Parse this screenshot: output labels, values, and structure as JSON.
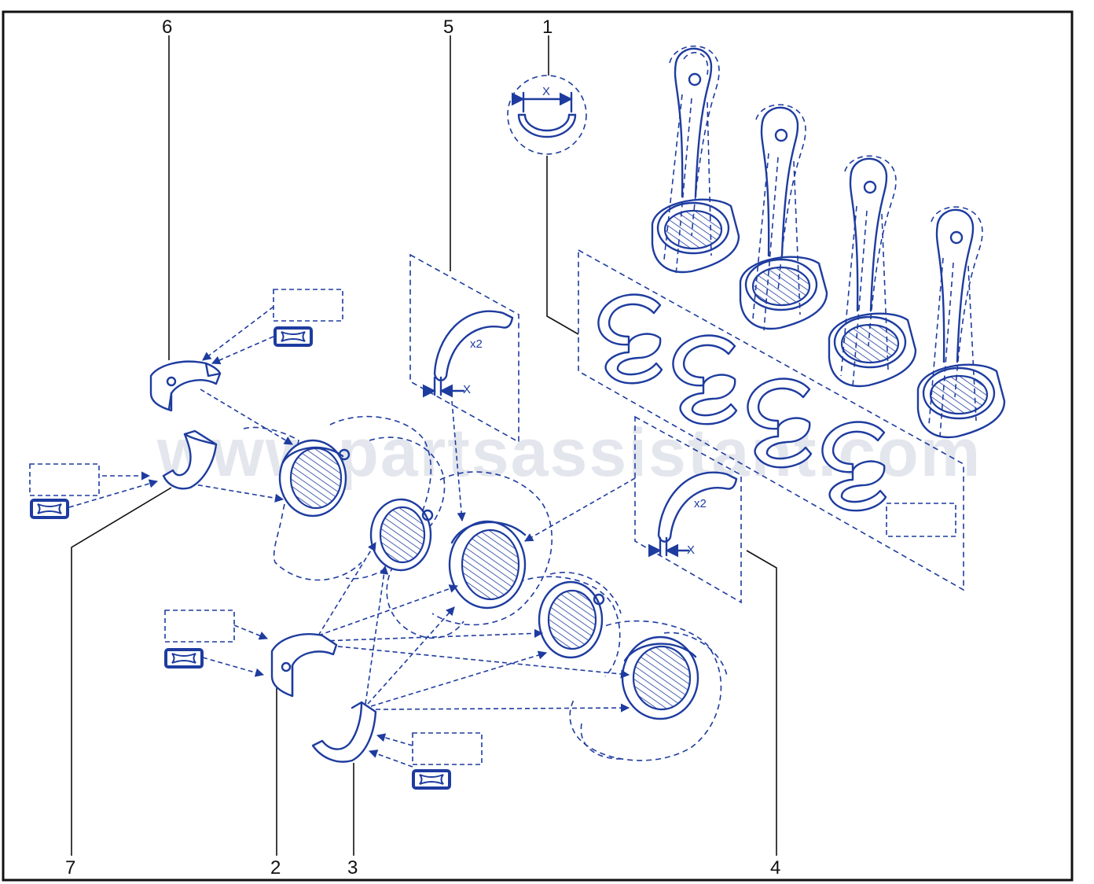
{
  "watermark": "www.partsassistant.com",
  "colors": {
    "part_line": "#1e3c9f",
    "frame": "#111111",
    "watermark": "#9aa6bd"
  },
  "callouts": [
    {
      "id": "1",
      "label": "1"
    },
    {
      "id": "2",
      "label": "2"
    },
    {
      "id": "3",
      "label": "3"
    },
    {
      "id": "4",
      "label": "4"
    },
    {
      "id": "5",
      "label": "5"
    },
    {
      "id": "6",
      "label": "6"
    },
    {
      "id": "7",
      "label": "7"
    }
  ],
  "annotations": {
    "detail_dimension": "X",
    "thrust_washer_qty_upper": "x2",
    "thrust_washer_dim_upper": "X",
    "thrust_washer_qty_lower": "x2",
    "thrust_washer_dim_lower": "X"
  }
}
